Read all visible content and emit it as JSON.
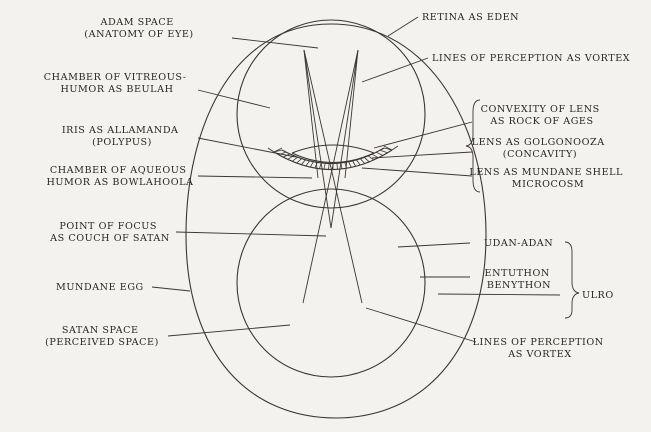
{
  "labels": {
    "adam_space": [
      "ADAM SPACE",
      "(ANATOMY OF EYE)"
    ],
    "retina": [
      "RETINA AS EDEN"
    ],
    "lines_top": [
      "LINES OF PERCEPTION AS VORTEX"
    ],
    "vitreous": [
      "CHAMBER OF VITREOUS-",
      "HUMOR AS BEULAH"
    ],
    "convexity": [
      "CONVEXITY OF LENS",
      "AS ROCK OF AGES"
    ],
    "iris": [
      "IRIS AS ALLAMANDA",
      "(POLYPUS)"
    ],
    "golgonooza": [
      "LENS AS GOLGONOOZA",
      "(CONCAVITY)"
    ],
    "aqueous": [
      "CHAMBER OF AQUEOUS",
      "HUMOR AS BOWLAHOOLA"
    ],
    "mundane_shell": [
      "LENS AS MUNDANE SHELL",
      "MICROCOSM"
    ],
    "focus": [
      "POINT OF FOCUS",
      "AS COUCH OF SATAN"
    ],
    "udan": [
      "UDAN-ADAN"
    ],
    "entuthon": [
      "ENTUTHON",
      "BENYTHON"
    ],
    "mundane_egg": [
      "MUNDANE EGG"
    ],
    "ulro": [
      "ULRO"
    ],
    "satan_space": [
      "SATAN SPACE",
      "(PERCEIVED SPACE)"
    ],
    "lines_bottom": [
      "LINES OF PERCEPTION",
      "AS VORTEX"
    ]
  },
  "colors": {
    "ink": "#2a2622",
    "paper": "#f4f2ee"
  }
}
